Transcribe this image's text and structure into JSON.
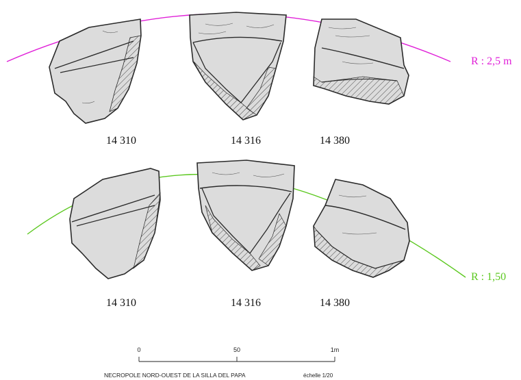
{
  "arcs": [
    {
      "label": "R : 2,5 m",
      "color": "#e020d8"
    },
    {
      "label": "R : 1,50",
      "color": "#5cc820"
    }
  ],
  "fragment_labels": {
    "top": [
      "14 310",
      "14 316",
      "14 380"
    ],
    "bottom": [
      "14 310",
      "14 316",
      "14 380"
    ]
  },
  "scale_bar": {
    "ticks": [
      "0",
      "50",
      "1m"
    ]
  },
  "caption": {
    "title": "NECROPOLE NORD-OUEST DE LA SILLA DEL PAPA",
    "scale": "échelle 1/20"
  },
  "colors": {
    "fill": "#dcdcdc",
    "stroke": "#2a2a2a",
    "text": "#111111"
  }
}
